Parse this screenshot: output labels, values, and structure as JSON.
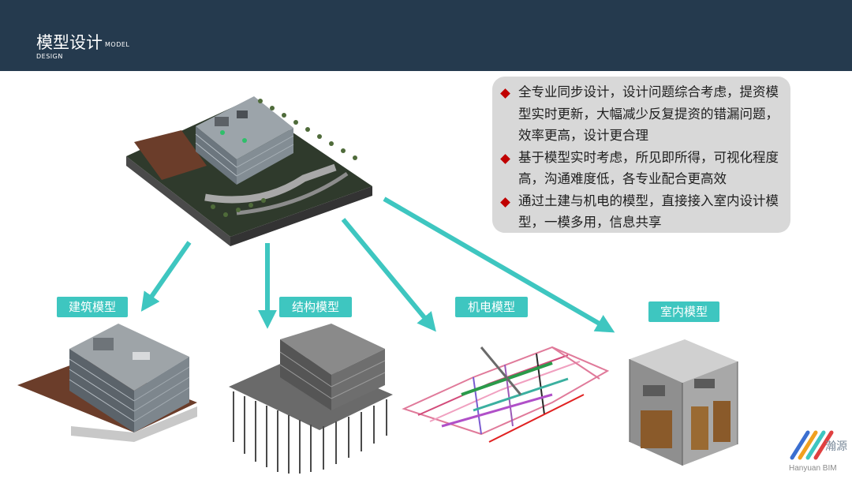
{
  "header": {
    "title": "模型设计",
    "en_line1": "MODEL",
    "en_line2": "DESIGN"
  },
  "info": {
    "bullets": [
      "全专业同步设计，设计问题综合考虑，提资模型实时更新，大幅减少反复提资的错漏问题，效率更高，设计更合理",
      "基于模型实时考虑，所见即所得，可视化程度高，沟通难度低，各专业配合更高效",
      "通过土建与机电的模型，直接接入室内设计模型，一模多用，信息共享"
    ]
  },
  "labels": {
    "architecture": "建筑模型",
    "structure": "结构模型",
    "mep": "机电模型",
    "interior": "室内模型"
  },
  "logo": {
    "cn": "瀚源",
    "en": "Hanyuan  BIM"
  },
  "colors": {
    "header_bg": "#253a4e",
    "accent_teal": "#3ec6c0",
    "bullet_red": "#c00000",
    "box_gray": "#d8d8d8"
  }
}
